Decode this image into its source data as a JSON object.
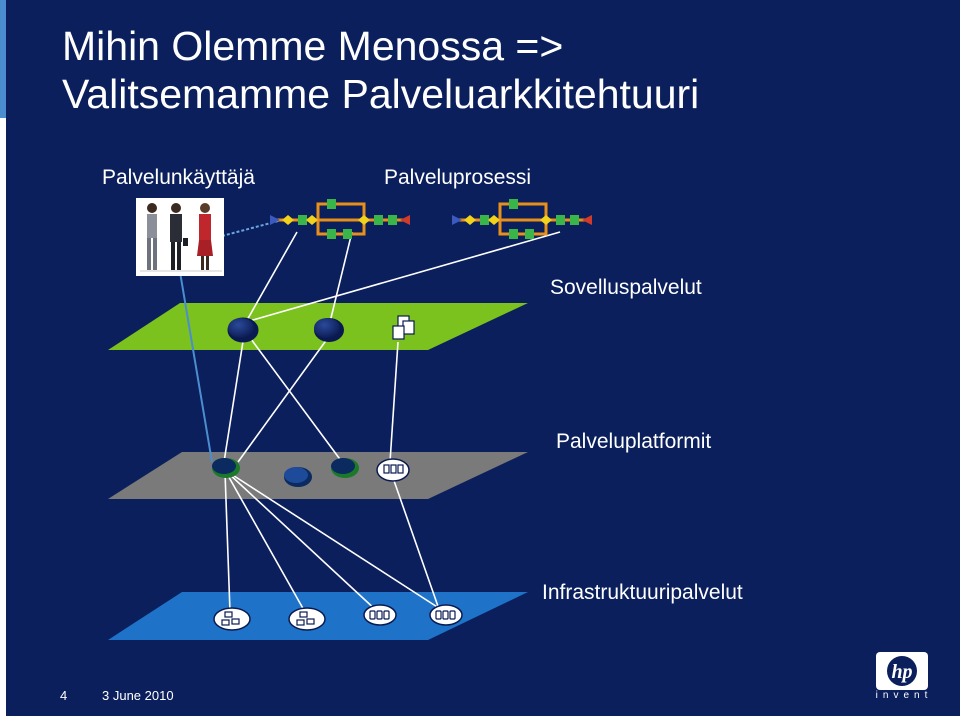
{
  "slide": {
    "title_line_1": "Mihin Olemme Menossa =>",
    "title_line_2": "Valitsemamme Palveluarkkitehtuuri"
  },
  "diagram": {
    "labels": {
      "service_user": "Palvelunkäyttäjä",
      "service_process": "Palveluprosessi",
      "application_services": "Sovelluspalvelut",
      "service_platforms": "Palveluplatformit",
      "infrastructure_services": "Infrastruktuuripalvelut"
    },
    "layer_colors": {
      "application": "#7cc21e",
      "platform": "#7a7a7a",
      "infrastructure": "#1e73c8"
    },
    "icons": [
      "people-icon",
      "process-flow-icon",
      "service-node-icon",
      "documents-icon",
      "server-icon",
      "storage-icon"
    ]
  },
  "footer": {
    "page_number": "4",
    "date": "3 June 2010"
  },
  "logo": {
    "mark": "hp",
    "tagline": "invent"
  }
}
